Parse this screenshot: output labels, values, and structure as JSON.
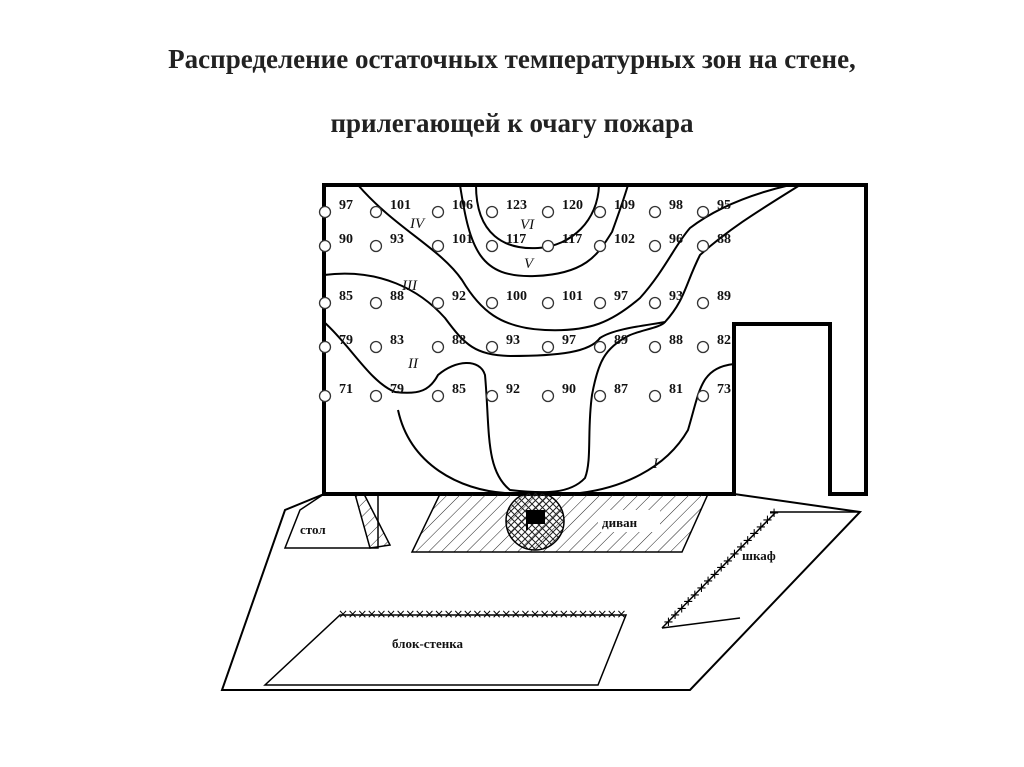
{
  "title": {
    "line1": "Распределение остаточных температурных зон на стене,",
    "line2": "прилегающей к очагу пожара"
  },
  "grid": {
    "rows": [
      [
        "97",
        "101",
        "106",
        "123",
        "120",
        "109",
        "98",
        "95"
      ],
      [
        "90",
        "93",
        "101",
        "117",
        "117",
        "102",
        "96",
        "88"
      ],
      [
        "85",
        "88",
        "92",
        "100",
        "101",
        "97",
        "93",
        "89"
      ],
      [
        "79",
        "83",
        "88",
        "93",
        "97",
        "89",
        "88",
        "82"
      ],
      [
        "71",
        "79",
        "85",
        "92",
        "90",
        "87",
        "81",
        "73"
      ]
    ]
  },
  "zones": [
    "I",
    "II",
    "III",
    "IV",
    "V",
    "VI"
  ],
  "furniture": {
    "table": "стол",
    "sofa": "диван",
    "wardrobe": "шкаф",
    "wall_unit": "блок-стенка"
  }
}
